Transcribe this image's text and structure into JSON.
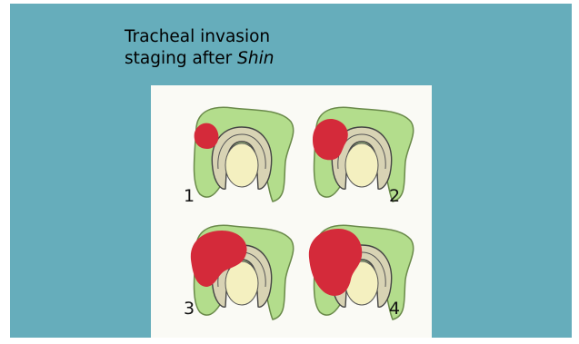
{
  "title": {
    "line1": "Tracheal invasion",
    "line2_prefix": "staging after ",
    "line2_author": "Shin"
  },
  "figures": [
    {
      "label": "1",
      "tumor_color": "#d42a3a"
    },
    {
      "label": "2",
      "tumor_color": "#d42a3a"
    },
    {
      "label": "3",
      "tumor_color": "#d42a3a"
    },
    {
      "label": "4",
      "tumor_color": "#d42a3a"
    }
  ],
  "colors": {
    "background": "#66adbb",
    "panel": "#fafaf5",
    "thyroid_green": "#b3dd8c",
    "tracheal_lumen": "#f4f0c0",
    "tumor": "#d42a3a"
  }
}
